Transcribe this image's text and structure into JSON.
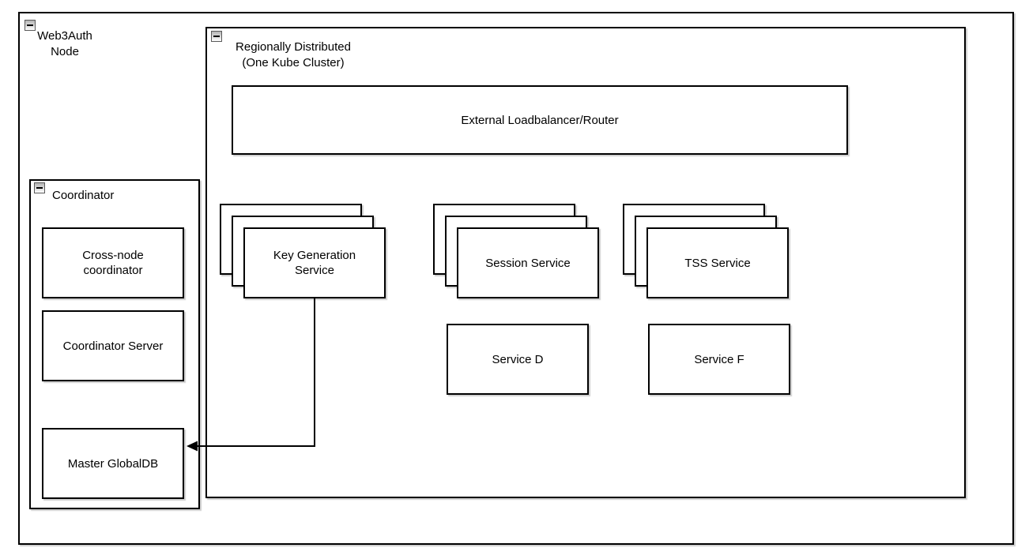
{
  "colors": {
    "background": "#ffffff",
    "line": "#000000",
    "shadow": "rgba(0,0,0,0.20)",
    "collapse_button_top": "#b4b4b4",
    "collapse_button_bottom": "#ffffff"
  },
  "icons": {
    "collapse": "minus-icon"
  },
  "containers": {
    "web3auth_node": {
      "label_line1": "Web3Auth",
      "label_line2": "Node",
      "collapsed": false
    },
    "regional": {
      "label_line1": "Regionally Distributed",
      "label_line2": "(One Kube Cluster)",
      "collapsed": false
    },
    "coordinator": {
      "label": "Coordinator",
      "collapsed": false
    }
  },
  "nodes": {
    "external_loadbalancer": {
      "label": "External Loadbalancer/Router"
    },
    "key_generation_service": {
      "label_line1": "Key Generation",
      "label_line2": "Service",
      "stack_count": 3
    },
    "session_service": {
      "label": "Session Service",
      "stack_count": 3
    },
    "tss_service": {
      "label": "TSS Service",
      "stack_count": 3
    },
    "service_d": {
      "label": "Service D"
    },
    "service_f": {
      "label": "Service F"
    },
    "cross_node_coordinator": {
      "label_line1": "Cross-node",
      "label_line2": "coordinator"
    },
    "coordinator_server": {
      "label": "Coordinator Server"
    },
    "master_globaldb": {
      "label": "Master GlobalDB"
    }
  },
  "edges": [
    {
      "from": "Key Generation Service",
      "to": "Master GlobalDB",
      "style": "orthogonal",
      "arrowhead": "target-left"
    }
  ]
}
